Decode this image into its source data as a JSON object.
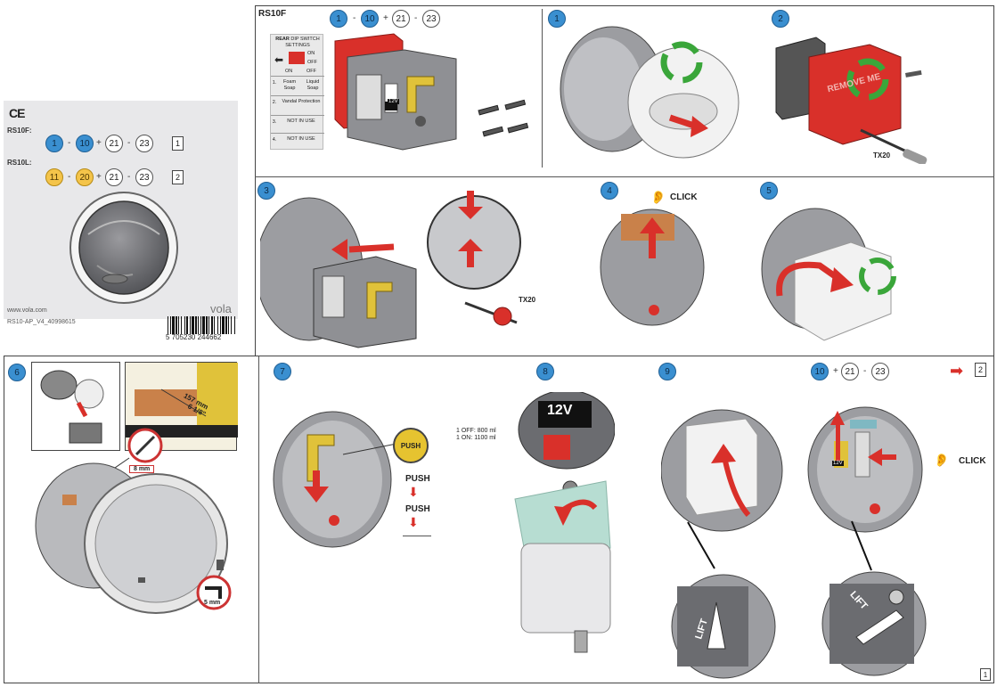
{
  "cover": {
    "ce_mark": "CE",
    "rs10f_label": "RS10F:",
    "rs10l_label": "RS10L:",
    "seq_f": [
      "1",
      "10",
      "21",
      "23"
    ],
    "seq_l": [
      "11",
      "20",
      "21",
      "23"
    ],
    "ops_f": [
      "-",
      "+",
      "-"
    ],
    "ops_l": [
      "-",
      "+",
      "-"
    ],
    "page_f": "1",
    "page_l": "2",
    "website": "www.vola.com",
    "doc_code": "RS10-AP_V4_40998615",
    "brand": "vola",
    "barcode_number": "5 705230 244662"
  },
  "header": {
    "model": "RS10F",
    "seq": [
      "1",
      "10",
      "21",
      "23"
    ],
    "ops": [
      "-",
      "+",
      "-"
    ]
  },
  "dip_switch": {
    "title_bold": "REAR",
    "title_rest": "DIP SWITCH SETTINGS",
    "on_label": "ON",
    "off_label": "OFF",
    "col_on": "ON",
    "col_off": "OFF",
    "rows": [
      {
        "num": "1.",
        "on": "Foam Soap",
        "off": "Liquid Soap"
      },
      {
        "num": "2.",
        "on": "Vandal Protection",
        "off": ""
      },
      {
        "num": "3.",
        "on": "NOT IN USE",
        "off": ""
      },
      {
        "num": "4.",
        "on": "NOT IN USE",
        "off": ""
      }
    ],
    "voltage": "12V"
  },
  "steps": {
    "s1": "1",
    "s2": "2",
    "s3": "3",
    "s4": "4",
    "s5": "5",
    "s6": "6",
    "s7": "7",
    "s8": "8",
    "s9": "9",
    "s10": "10"
  },
  "step2": {
    "remove_text": "REMOVE ME",
    "tool": "TX20"
  },
  "step3": {
    "tool": "TX20"
  },
  "step4": {
    "click": "CLICK"
  },
  "step6": {
    "dim_mm": "157 mm",
    "dim_in": "6 1/8\"",
    "wrench1": "8 mm",
    "wrench2": "5 mm"
  },
  "step7": {
    "push_button": "PUSH",
    "push1": "PUSH",
    "push2": "PUSH"
  },
  "step8": {
    "voltage": "12V",
    "opt1": "1 OFF: 800 ml",
    "opt2": "1 ON: 1100 ml"
  },
  "step9": {
    "lift": "LIFT"
  },
  "step10": {
    "seq": [
      "10",
      "21",
      "23"
    ],
    "ops": [
      "+",
      "-"
    ],
    "click": "CLICK",
    "lift": "LIFT",
    "next_page": "2"
  },
  "footer": {
    "page_number": "1"
  },
  "colors": {
    "blue_badge": "#3a8fd0",
    "yellow_badge": "#f4c44a",
    "red_accent": "#d9302a",
    "recycle_green": "#3aa63a",
    "cover_bg": "#e8e8ea"
  }
}
